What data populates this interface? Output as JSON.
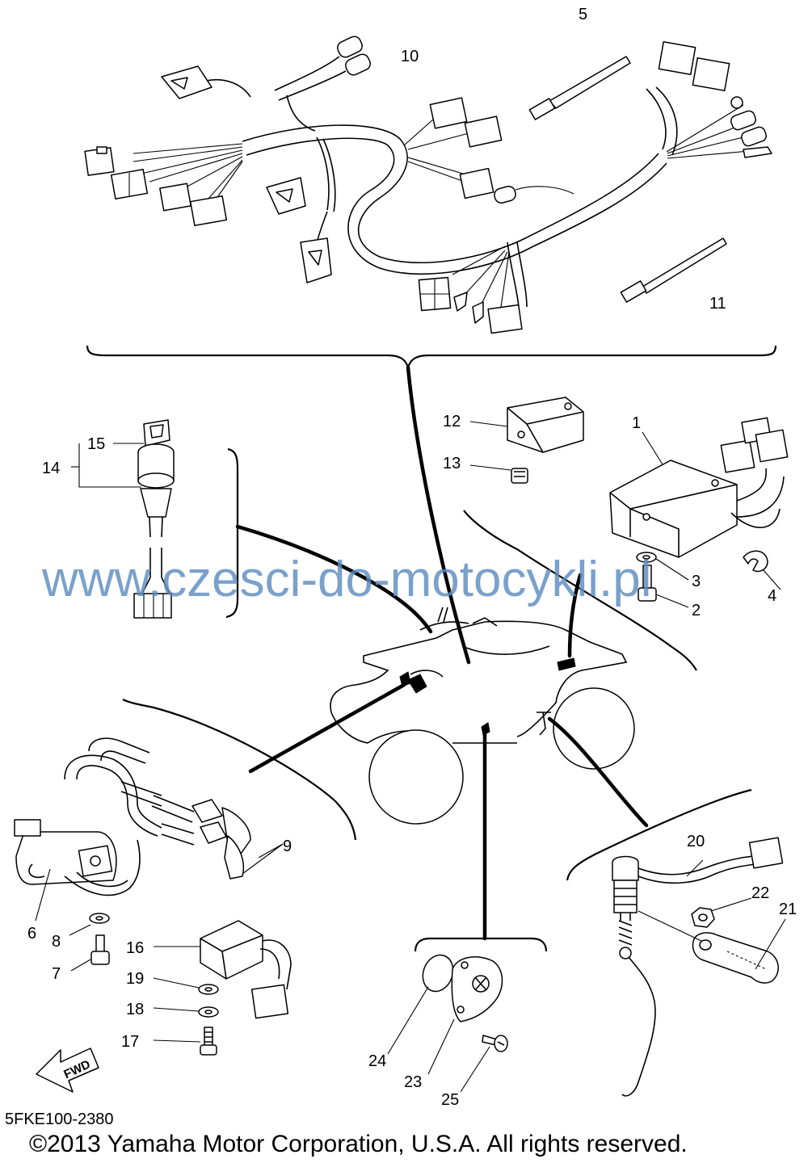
{
  "callouts": {
    "c1": "1",
    "c2": "2",
    "c3": "3",
    "c4": "4",
    "c5": "5",
    "c6": "6",
    "c7": "7",
    "c8": "8",
    "c9": "9",
    "c10": "10",
    "c11": "11",
    "c12": "12",
    "c13": "13",
    "c14": "14",
    "c15": "15",
    "c16": "16",
    "c17": "17",
    "c18": "18",
    "c19": "19",
    "c20": "20",
    "c21": "21",
    "c22": "22",
    "c23": "23",
    "c24": "24",
    "c25": "25"
  },
  "watermark": "www.czesci-do-motocykli.pl",
  "fwd_label": "FWD",
  "diagram_code": "5FKE100-2380",
  "copyright": "©2013 Yamaha Motor Corporation, U.S.A. All rights reserved."
}
